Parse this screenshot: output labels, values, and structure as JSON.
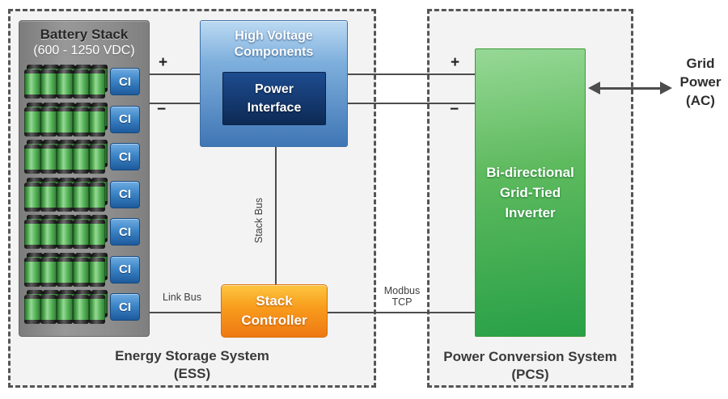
{
  "ess": {
    "caption_line1": "Energy Storage System",
    "caption_line2": "(ESS)",
    "battery_stack": {
      "title": "Battery Stack",
      "subtitle": "(600 - 1250 VDC)",
      "rows": 7,
      "batteries_per_row": 5,
      "ci_label": "CI"
    },
    "high_voltage": {
      "title_line1": "High Voltage",
      "title_line2": "Components"
    },
    "power_interface": {
      "line1": "Power",
      "line2": "Interface"
    },
    "stack_controller": {
      "line1": "Stack",
      "line2": "Controller"
    },
    "plus": "+",
    "minus": "−",
    "stack_bus_label": "Stack Bus",
    "link_bus_label": "Link Bus"
  },
  "pcs": {
    "caption_line1": "Power Conversion System",
    "caption_line2": "(PCS)",
    "inverter": {
      "line1": "Bi-directional",
      "line2": "Grid-Tied",
      "line3": "Inverter"
    },
    "plus": "+",
    "minus": "−"
  },
  "modbus": {
    "line1": "Modbus",
    "line2": "TCP"
  },
  "grid_power": {
    "line1": "Grid",
    "line2": "Power",
    "line3": "(AC)"
  },
  "colors": {
    "line": "#4d4d4d",
    "dashed_border": "#555555",
    "panel_bg": "#f3f3f3",
    "battery_green": "#5cb85c",
    "ci_blue": "#3d85c6",
    "hvc_blue_top": "#bcdaf2",
    "hvc_blue_bottom": "#3f76b5",
    "power_interface_navy": "#12315e",
    "controller_orange": "#f58220",
    "inverter_green": "#45ad52",
    "stack_gray": "#8d8d8d"
  }
}
